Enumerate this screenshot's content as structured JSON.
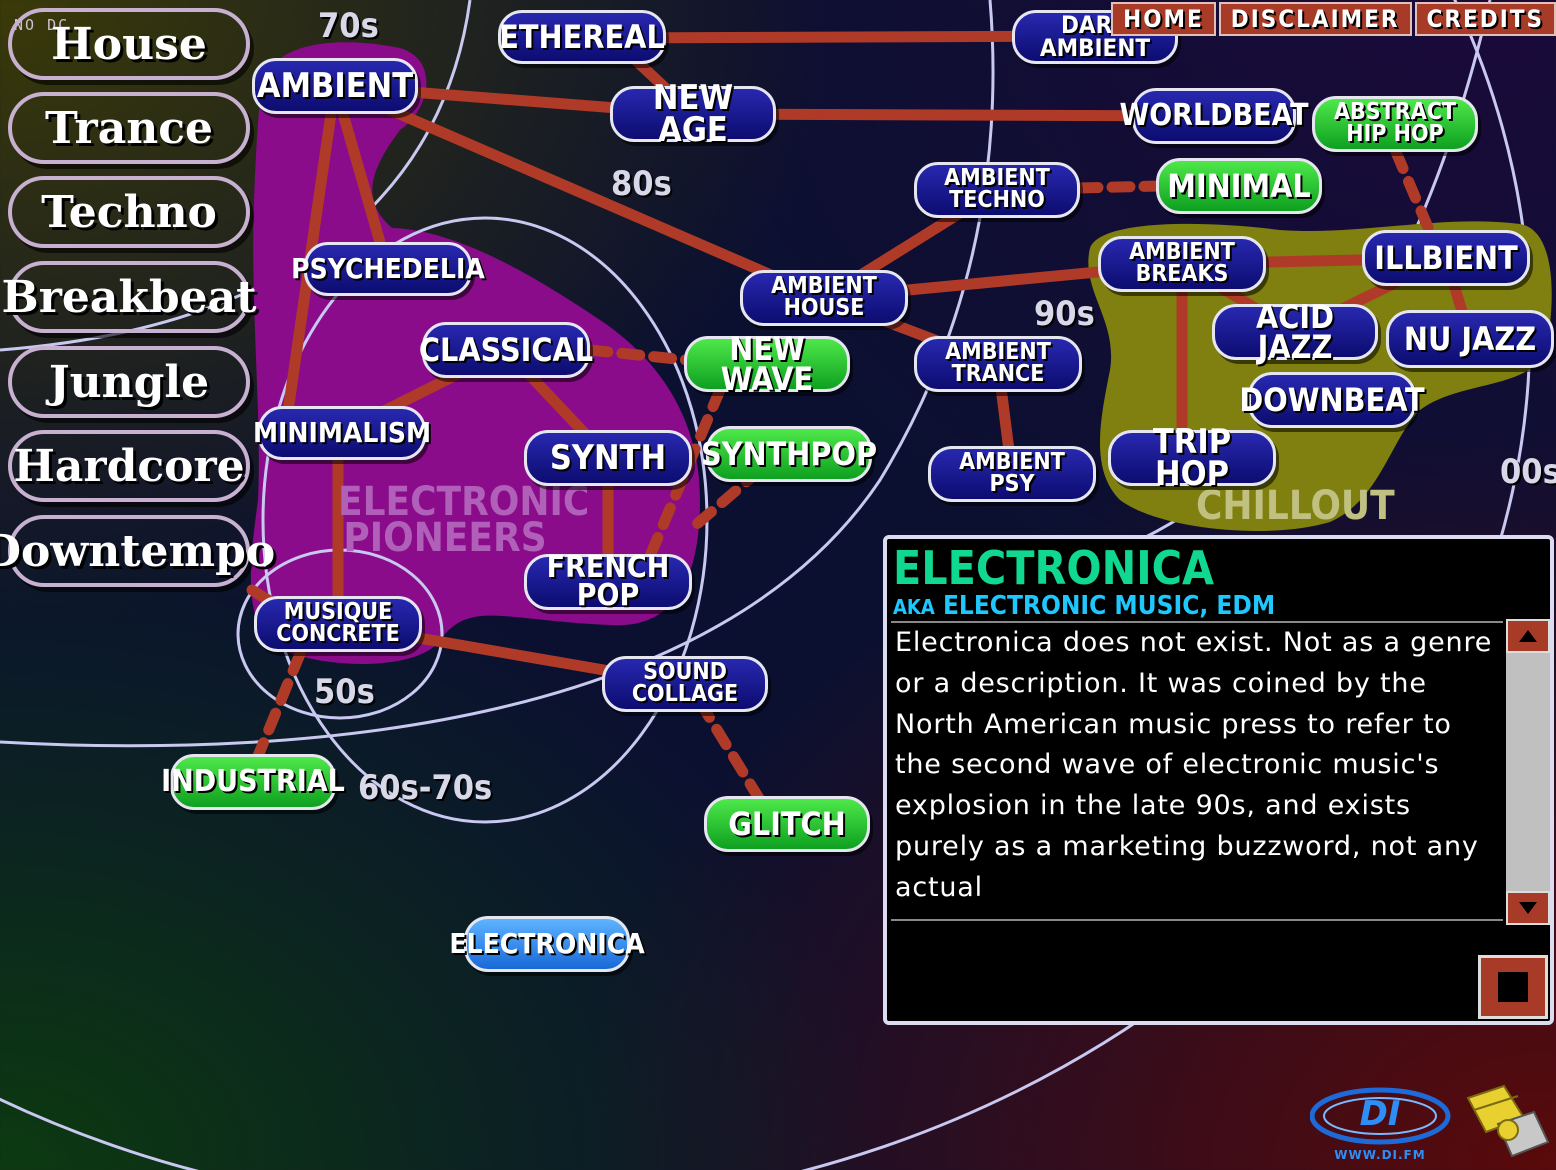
{
  "corner_text": "NO DC",
  "categories": [
    {
      "label": "House",
      "style": "red"
    },
    {
      "label": "Trance",
      "style": "purple"
    },
    {
      "label": "Techno",
      "style": "purple"
    },
    {
      "label": "Breakbeat",
      "style": "purple"
    },
    {
      "label": "Jungle",
      "style": "purple"
    },
    {
      "label": "Hardcore",
      "style": "purple"
    },
    {
      "label": "Downtempo",
      "style": "red"
    }
  ],
  "nav": {
    "home": "HOME",
    "disclaimer": "DISCLAIMER",
    "credits": "CREDITS"
  },
  "eras": {
    "e70s": "70s",
    "e80s": "80s",
    "e90s": "90s",
    "e00s": "00s",
    "e50s": "50s",
    "e60s70s": "60s-70s"
  },
  "regions": {
    "pioneers": "ELECTRONIC\nPIONEERS",
    "chillout": "CHILLOUT"
  },
  "colors": {
    "connector": "#b03a28",
    "region_pioneers": "#8a0c8a",
    "region_chillout": "#808010",
    "node_navy": "#1a1aa0",
    "node_green": "#22c030",
    "node_selected": "#3a90f0",
    "title_green": "#10d890",
    "aka_cyan": "#1ec8ff"
  },
  "genres": {
    "ethereal": "ETHEREAL",
    "dark_ambient": "DARK AMBIENT",
    "ambient": "AMBIENT",
    "new_age": "NEW AGE",
    "worldbeat": "WORLDBEAT",
    "abstract_hip_hop": "ABSTRACT\nHIP HOP",
    "ambient_techno": "AMBIENT\nTECHNO",
    "minimal": "MINIMAL",
    "psychedelia": "PSYCHEDELIA",
    "ambient_house": "AMBIENT\nHOUSE",
    "ambient_breaks": "AMBIENT\nBREAKS",
    "illbient": "ILLBIENT",
    "classical": "CLASSICAL",
    "new_wave": "NEW WAVE",
    "ambient_trance": "AMBIENT\nTRANCE",
    "acid_jazz": "ACID JAZZ",
    "nu_jazz": "NU JAZZ",
    "downbeat": "DOWNBEAT",
    "minimalism": "MINIMALISM",
    "synth": "SYNTH",
    "synthpop": "SYNTHPOP",
    "ambient_psy": "AMBIENT\nPSY",
    "trip_hop": "TRIP HOP",
    "french_pop": "FRENCH POP",
    "musique_concrete": "MUSIQUE\nCONCRETE",
    "sound_collage": "SOUND\nCOLLAGE",
    "industrial": "INDUSTRIAL",
    "glitch": "GLITCH",
    "electronica": "ELECTRONICA"
  },
  "selected_genre": "electronica",
  "info": {
    "title": "ELECTRONICA",
    "aka_prefix": "AKA",
    "aka": "ELECTRONIC MUSIC, EDM",
    "description": "Electronica does not exist. Not as a genre or a description. It was coined by the North American music press to refer to the second wave of electronic music's explosion in the late 90s, and exists purely as a marketing buzzword, not any actual"
  },
  "logo": {
    "brand": "DI",
    "url": "WWW.DI.FM"
  }
}
